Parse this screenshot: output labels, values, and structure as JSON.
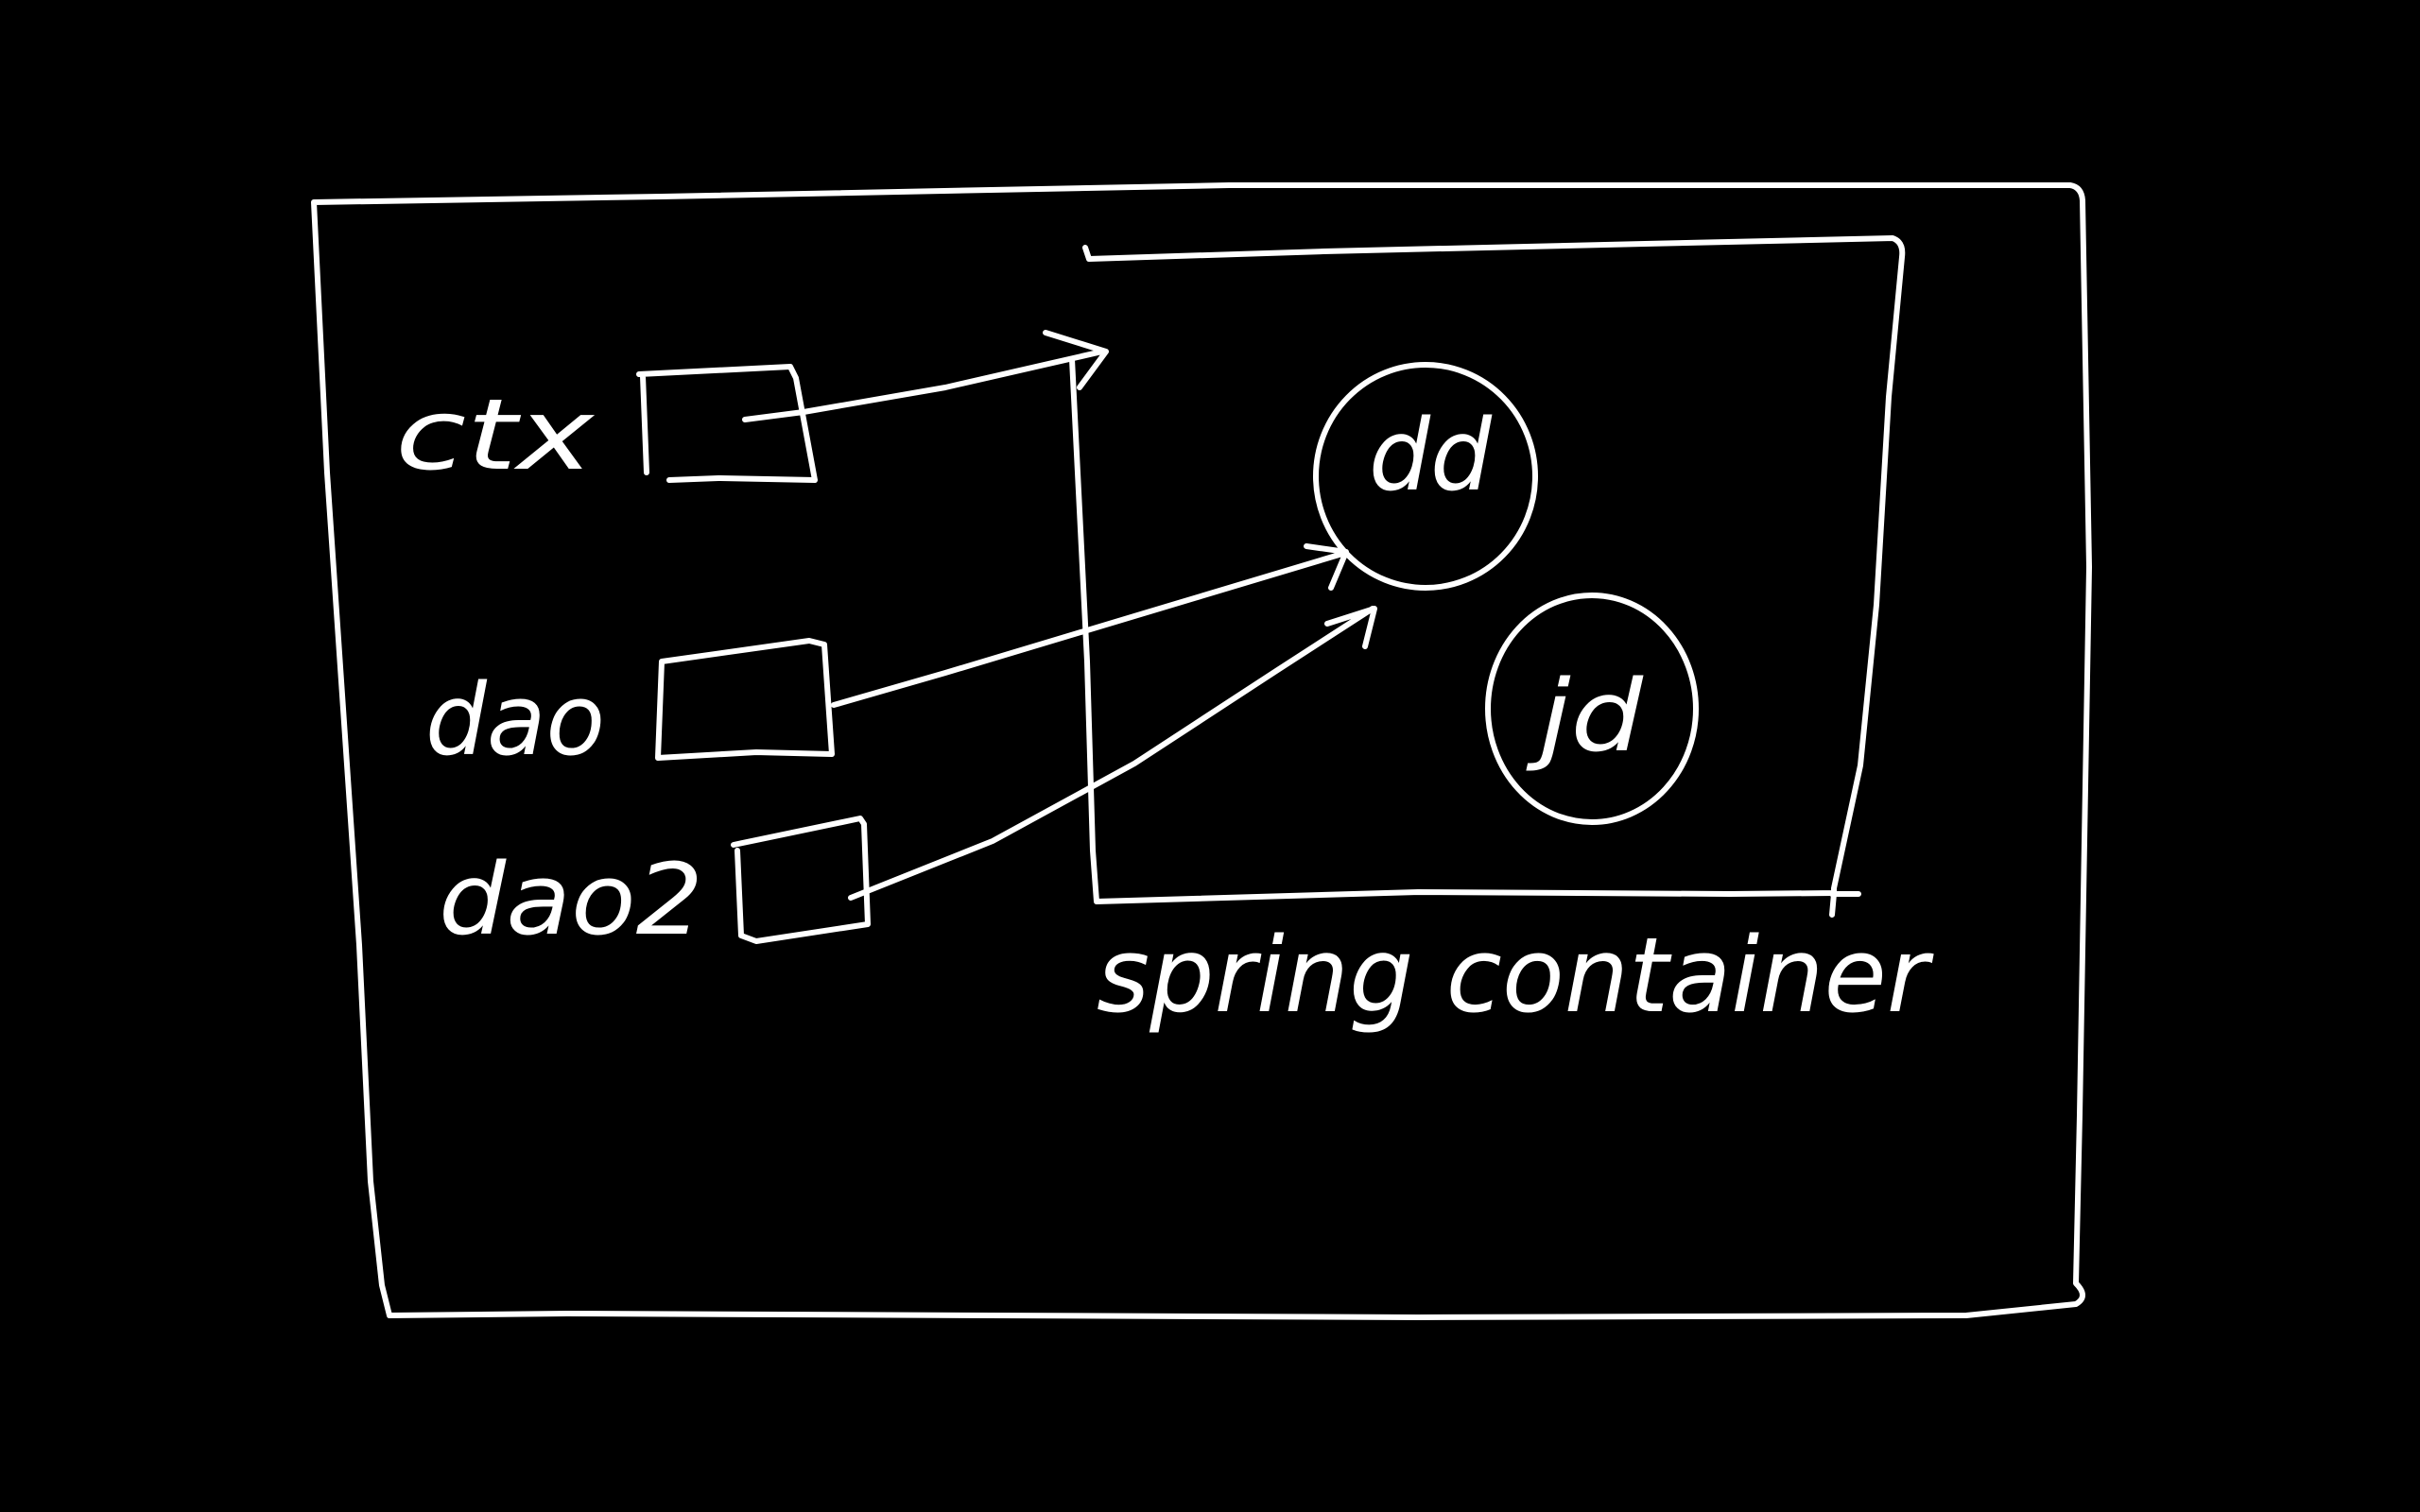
{
  "references": [
    {
      "id": "ctx",
      "label": "ctx"
    },
    {
      "id": "dao",
      "label": "dao"
    },
    {
      "id": "dao2",
      "label": "dao2"
    }
  ],
  "container": {
    "label": "spring container"
  },
  "beans": [
    {
      "id": "dd",
      "label": "dd"
    },
    {
      "id": "jd",
      "label": "jd"
    }
  ],
  "colors": {
    "background": "#000000",
    "ink": "#ffffff"
  }
}
